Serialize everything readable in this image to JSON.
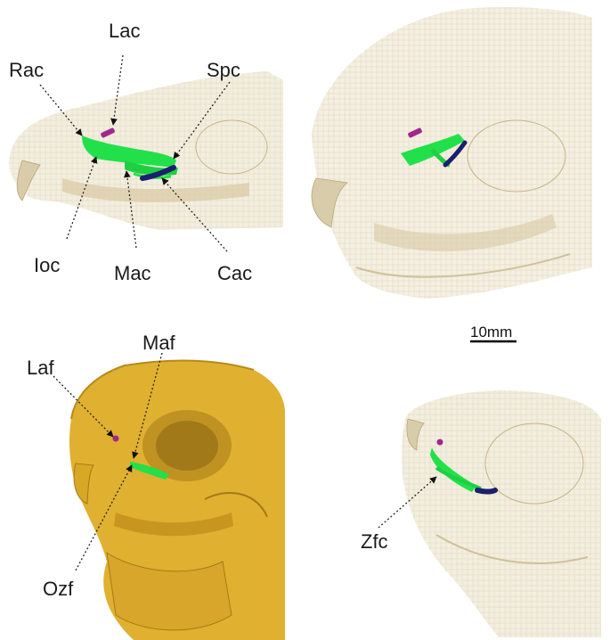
{
  "figure": {
    "labels": {
      "rac": "Rac",
      "lac": "Lac",
      "spc": "Spc",
      "ioc": "Ioc",
      "mac": "Mac",
      "cac": "Cac",
      "maf": "Maf",
      "laf": "Laf",
      "ozf": "Ozf",
      "zfc": "Zfc"
    },
    "scale_bar": {
      "label": "10mm"
    },
    "colors": {
      "canal_green": "#22e04a",
      "lacrimal_magenta": "#a0288c",
      "cac_navy": "#1a1f6e",
      "bone_gold": "#e0b030",
      "bone_translucent": "#e9e2cc",
      "bone_texture": "#c9b48a"
    },
    "panels": [
      {
        "id": "a",
        "view": "lateral skull, translucent"
      },
      {
        "id": "b",
        "view": "oblique skull with mandible, translucent"
      },
      {
        "id": "c",
        "view": "oblique skull, opaque surface"
      },
      {
        "id": "d",
        "view": "anterolateral skull, translucent"
      }
    ]
  }
}
